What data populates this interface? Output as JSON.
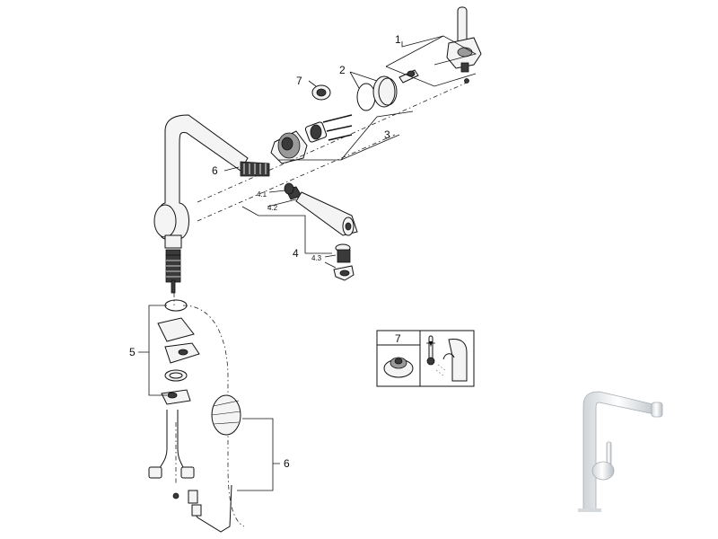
{
  "labels": {
    "l1": "1",
    "l2": "2",
    "l3": "3",
    "l4": "4",
    "l4_1": "4.1",
    "l4_2": "4.2",
    "l4_3": "4.3",
    "l5": "5",
    "l6a": "6",
    "l6b": "6",
    "l7": "7"
  },
  "inset": {
    "label": "7"
  }
}
